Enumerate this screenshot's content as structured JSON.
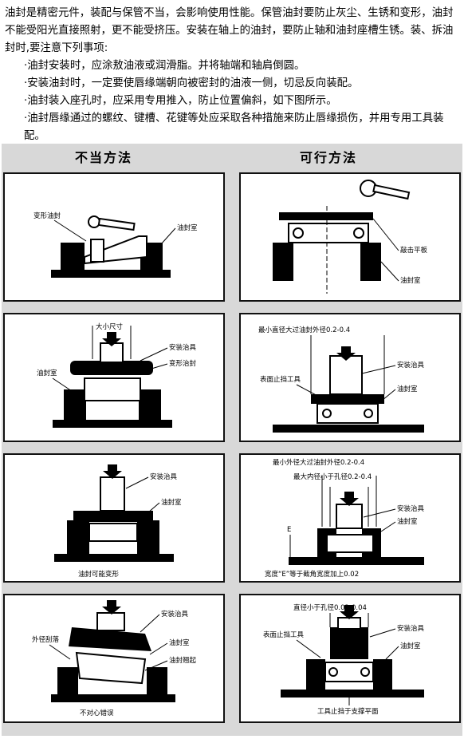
{
  "intro": {
    "paragraph": "油封是精密元件，装配与保管不当，会影响使用性能。保管油封要防止灰尘、生锈和变形，油封不能受阳光直接照射，更不能受挤压。安装在轴上的油封，要防止轴和油封座槽生锈。装、拆油封时,要注意下列事项:",
    "bullets": [
      "·油封安装时，应涂敖油液或润滑脂。并将轴端和轴肩倒圆。",
      "·安装油封时，一定要使唇缘端朝向被密封的油液一侧，切忌反向装配。",
      "·油封装入座孔时，应采用专用推入，防止位置偏斜，如下图所示。",
      "·油封唇缘通过的螺纹、键槽、花键等处应采取各种措施来防止唇缘损伤，并用专用工具装配。"
    ]
  },
  "figure": {
    "left_title": "不当方法",
    "right_title": "可行方法",
    "left_panels": [
      {
        "labels": [
          "变形油封",
          "油封室"
        ]
      },
      {
        "labels": [
          "大小尺寸",
          "安装治具",
          "变形治封",
          "油封室"
        ]
      },
      {
        "labels": [
          "安装治具",
          "油封室",
          "油封可能变形"
        ]
      },
      {
        "labels": [
          "安装治具",
          "外径刮落",
          "油封室",
          "油封翘起",
          "不对心错误"
        ]
      }
    ],
    "right_panels": [
      {
        "labels": [
          "敲击平板",
          "油封室"
        ]
      },
      {
        "labels": [
          "最小直径大过油封外径0.2-0.4",
          "安装治具",
          "表面止挡工具",
          "油封室"
        ]
      },
      {
        "labels": [
          "最小外径大过油封外径0.2-0.4",
          "最大内径小于孔径0.2-0.4",
          "安装治具",
          "油封室",
          "E",
          "宽度“E”等于截角宽度加上0.02"
        ]
      },
      {
        "labels": [
          "直径小于孔径0.02-0.04",
          "表面止挡工具",
          "安装治具",
          "油封室",
          "工具止挡于支撑平面"
        ]
      }
    ]
  }
}
